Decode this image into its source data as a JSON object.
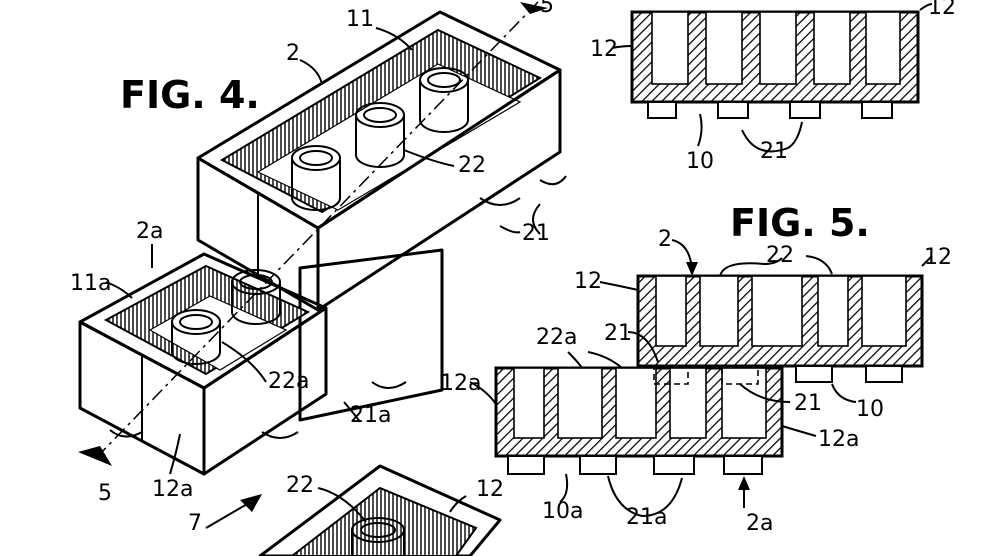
{
  "figures": {
    "fig4": {
      "title": "FIG. 4."
    },
    "fig5": {
      "title": "FIG. 5."
    }
  },
  "fig4_labels": {
    "brick_upper": "2",
    "top_wall": "11",
    "tubes": "22",
    "studs": "21",
    "brick_lower": "2a",
    "top_wall_lower": "11a",
    "tubes_lower": "22a",
    "studs_lower": "21a",
    "side_wall_lower": "12a",
    "section_left": "5",
    "section_right": "5",
    "section_bottom": "7"
  },
  "fig5_top_labels": {
    "wall_left": "12",
    "wall_right": "12",
    "base": "10",
    "studs": "21"
  },
  "fig5_labels": {
    "brick": "2",
    "tubes": "22",
    "wall_right": "12",
    "wall_left": "12",
    "stud_left": "21",
    "tubes_lower": "22a",
    "wall_lower_left": "12a",
    "stud_right": "21",
    "base": "10",
    "wall_lower_right": "12a",
    "base_lower": "10a",
    "studs_lower": "21a",
    "brick_lower": "2a"
  },
  "fig7_fragment": {
    "tubes": "22",
    "wall": "12"
  }
}
